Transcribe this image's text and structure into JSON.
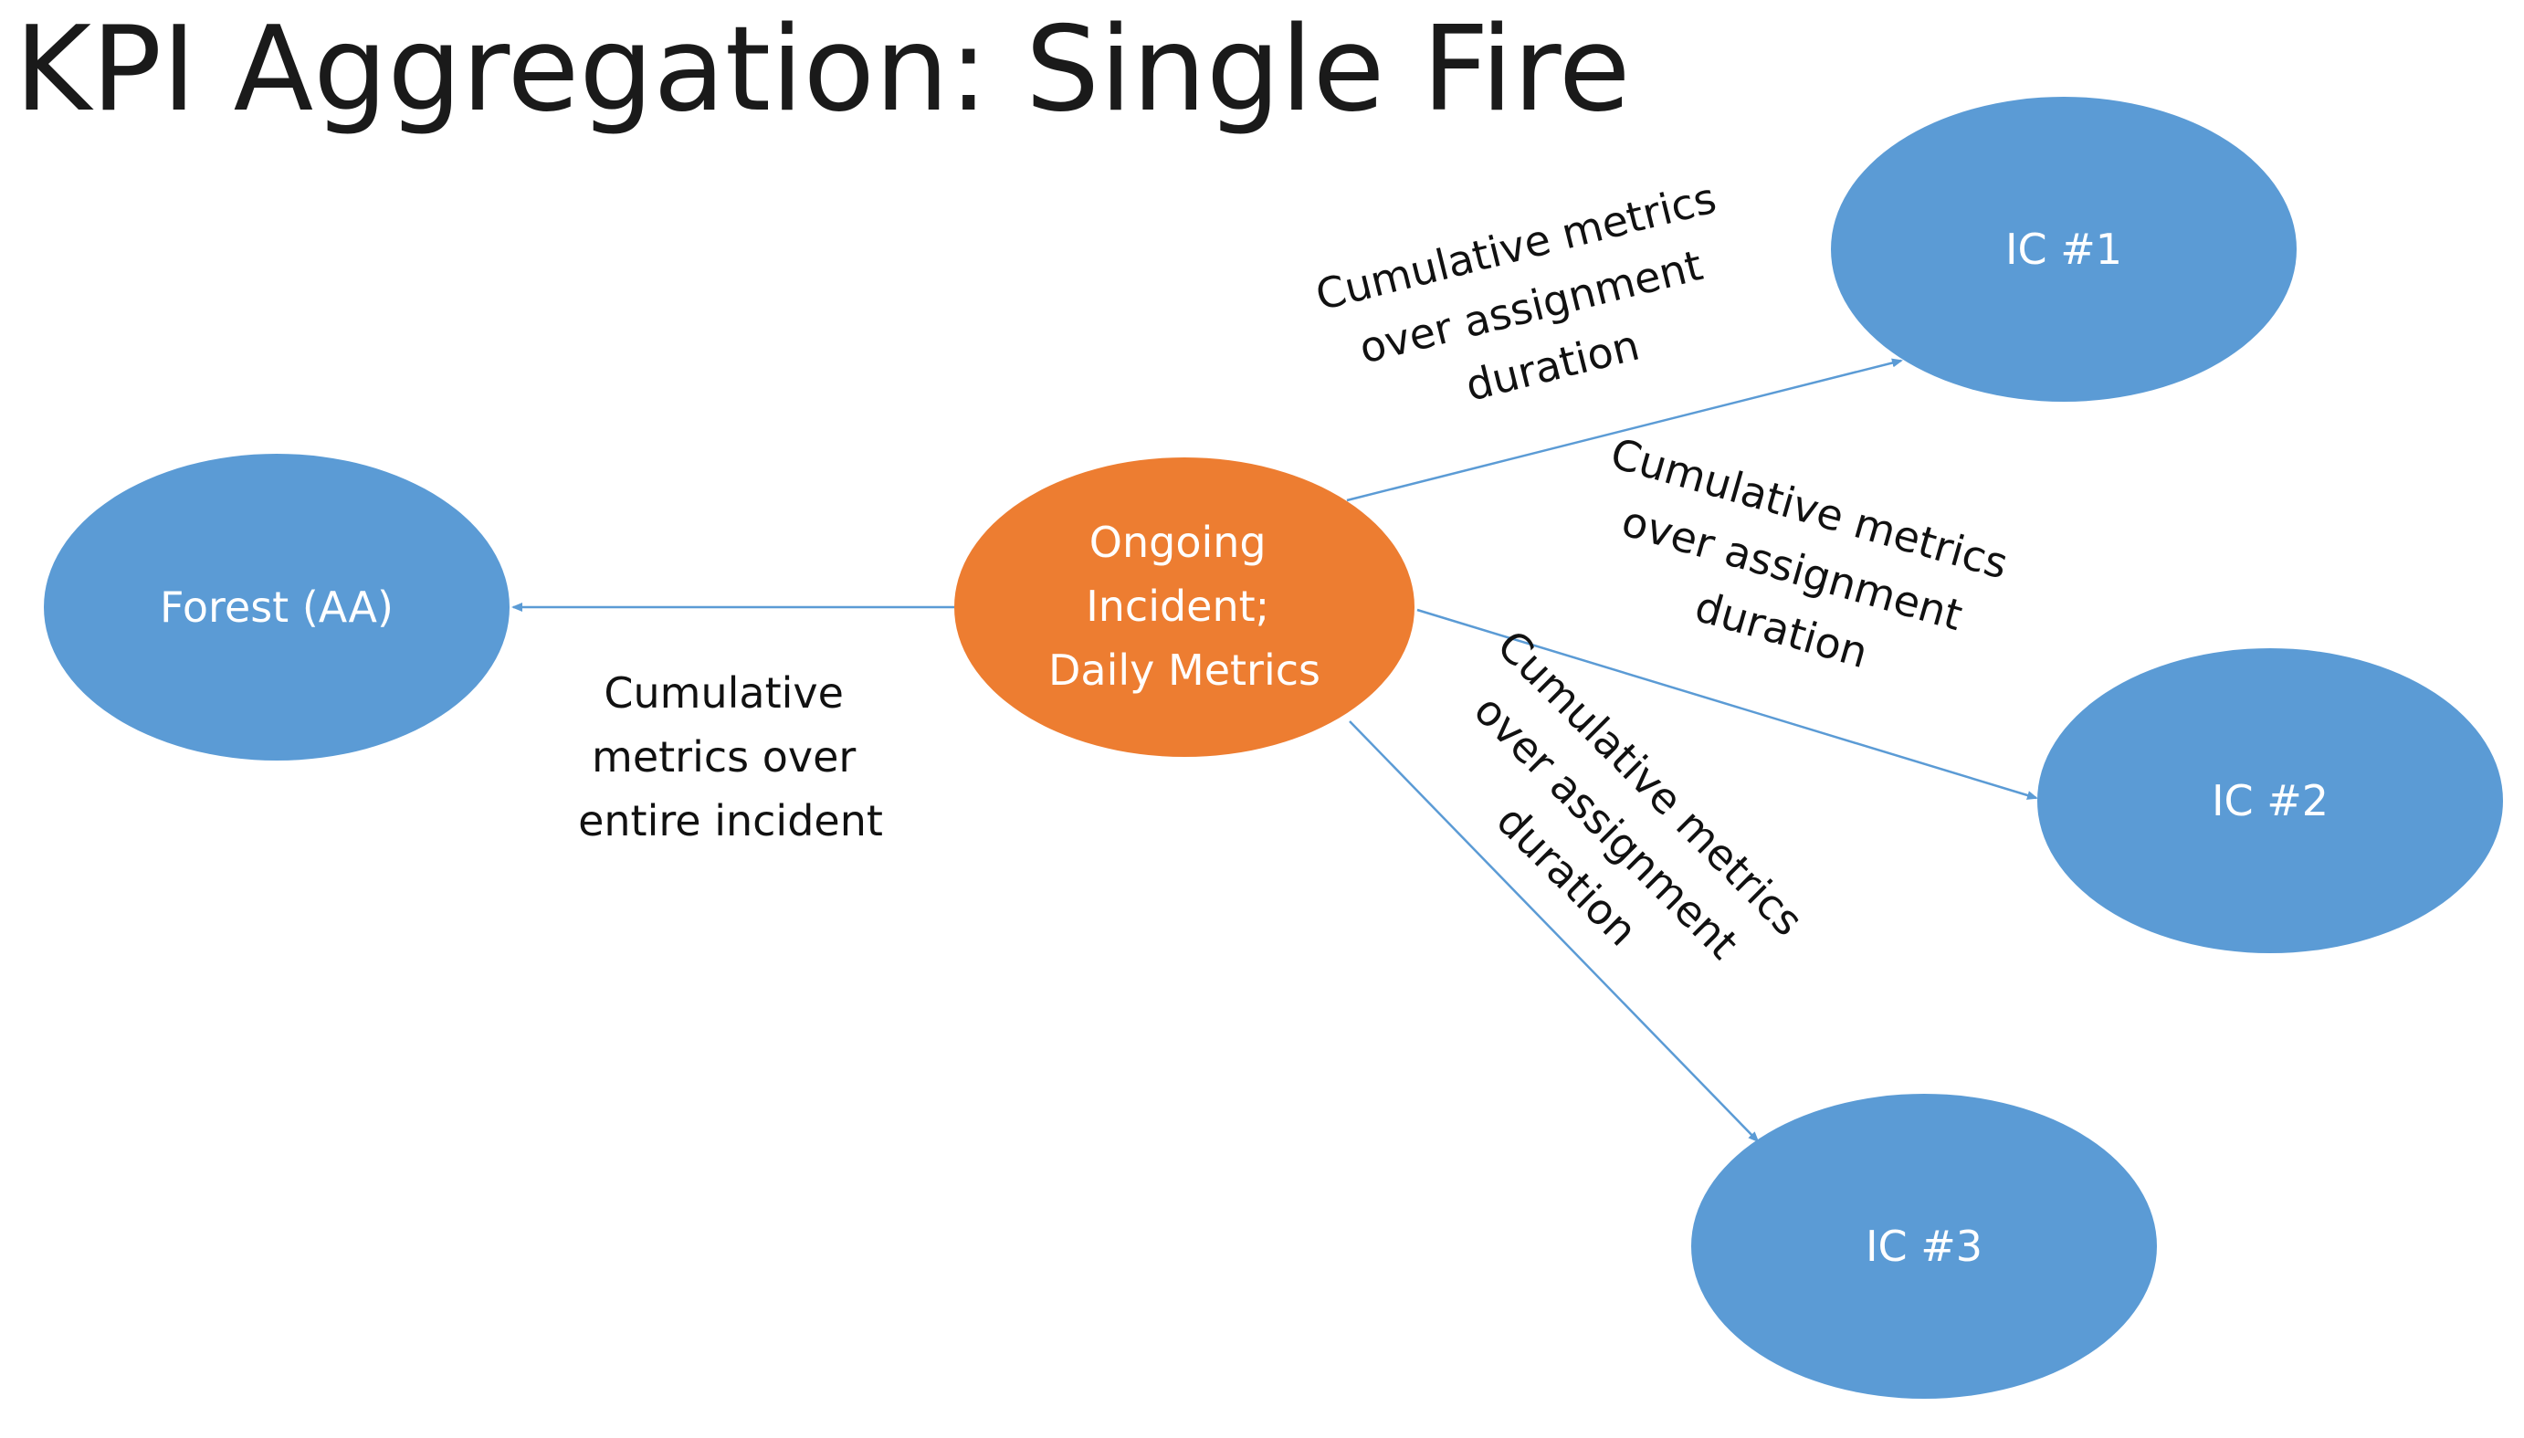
{
  "title": "KPI Aggregation: Single Fire",
  "colors": {
    "node_blue": "#5b9bd5",
    "node_orange": "#ed7d31",
    "edge": "#5b9bd5"
  },
  "nodes": {
    "center": {
      "lines": [
        "Ongoing",
        "Incident;",
        "Daily Metrics"
      ]
    },
    "forest": {
      "label": "Forest (AA)"
    },
    "ic1": {
      "label": "IC #1"
    },
    "ic2": {
      "label": "IC #2"
    },
    "ic3": {
      "label": "IC #3"
    }
  },
  "edges": {
    "to_forest": {
      "lines": [
        "Cumulative",
        "metrics over",
        "entire incident"
      ]
    },
    "to_ic1": {
      "lines": [
        "Cumulative metrics",
        "over assignment",
        "duration"
      ]
    },
    "to_ic2": {
      "lines": [
        "Cumulative metrics",
        "over assignment",
        "duration"
      ]
    },
    "to_ic3": {
      "lines": [
        "Cumulative metrics",
        "over assignment",
        "duration"
      ]
    }
  }
}
